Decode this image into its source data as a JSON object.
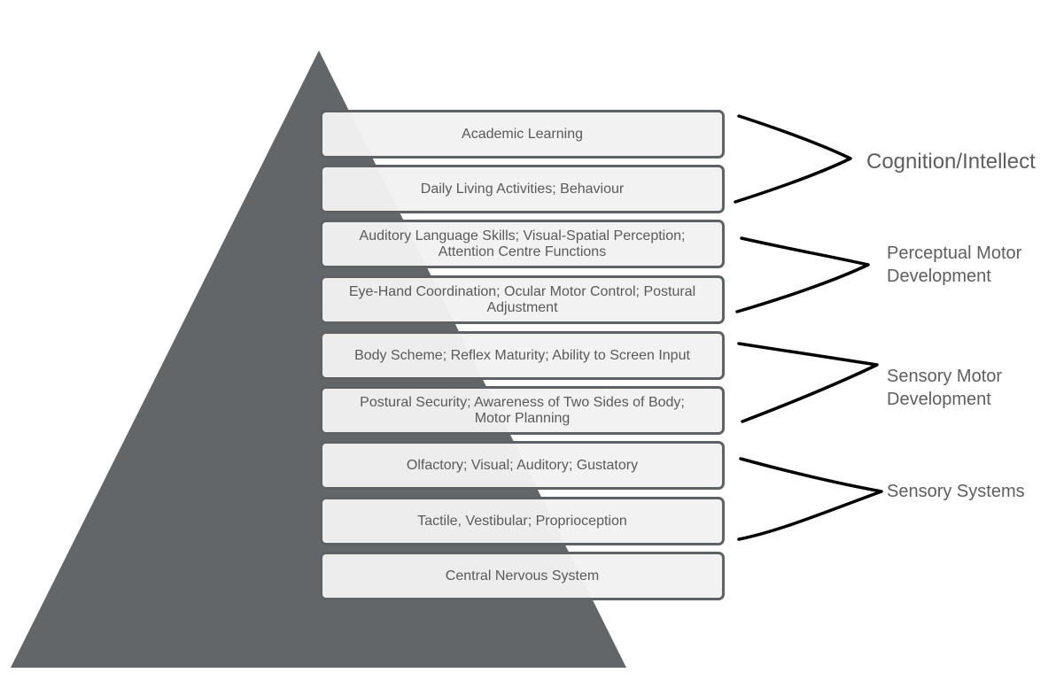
{
  "diagram": {
    "levels": [
      {
        "text": "Academic Learning"
      },
      {
        "text": "Daily Living Activities; Behaviour"
      },
      {
        "text": "Auditory Language Skills; Visual-Spatial Perception;\nAttention Centre Functions"
      },
      {
        "text": "Eye-Hand Coordination; Ocular Motor Control; Postural\nAdjustment"
      },
      {
        "text": "Body Scheme; Reflex Maturity; Ability to Screen Input"
      },
      {
        "text": "Postural Security; Awareness of Two Sides of Body;\nMotor Planning"
      },
      {
        "text": "Olfactory; Visual; Auditory; Gustatory"
      },
      {
        "text": "Tactile, Vestibular; Proprioception"
      },
      {
        "text": "Central Nervous System"
      }
    ],
    "groups": [
      {
        "label": "Cognition/Intellect"
      },
      {
        "label": "Perceptual Motor\nDevelopment"
      },
      {
        "label": "Sensory Motor\nDevelopment"
      },
      {
        "label": "Sensory Systems"
      }
    ],
    "colors": {
      "pyramid": "#636669",
      "box_fill": "#f2f2f2",
      "box_border": "#5f6265",
      "text": "#5a5a5a",
      "brace": "#000000"
    }
  }
}
